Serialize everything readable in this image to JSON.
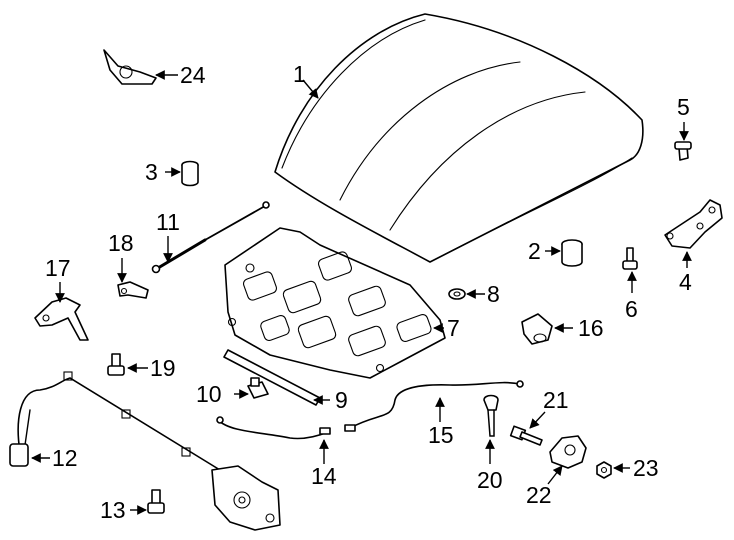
{
  "diagram": {
    "callouts": [
      {
        "id": "p1",
        "number": "1"
      },
      {
        "id": "p2",
        "number": "2"
      },
      {
        "id": "p3",
        "number": "3"
      },
      {
        "id": "p4",
        "number": "4"
      },
      {
        "id": "p5",
        "number": "5"
      },
      {
        "id": "p6",
        "number": "6"
      },
      {
        "id": "p7",
        "number": "7"
      },
      {
        "id": "p8",
        "number": "8"
      },
      {
        "id": "p9",
        "number": "9"
      },
      {
        "id": "p10",
        "number": "10"
      },
      {
        "id": "p11",
        "number": "11"
      },
      {
        "id": "p12",
        "number": "12"
      },
      {
        "id": "p13",
        "number": "13"
      },
      {
        "id": "p14",
        "number": "14"
      },
      {
        "id": "p15",
        "number": "15"
      },
      {
        "id": "p16",
        "number": "16"
      },
      {
        "id": "p17",
        "number": "17"
      },
      {
        "id": "p18",
        "number": "18"
      },
      {
        "id": "p19",
        "number": "19"
      },
      {
        "id": "p20",
        "number": "20"
      },
      {
        "id": "p21",
        "number": "21"
      },
      {
        "id": "p22",
        "number": "22"
      },
      {
        "id": "p23",
        "number": "23"
      },
      {
        "id": "p24",
        "number": "24"
      }
    ]
  }
}
